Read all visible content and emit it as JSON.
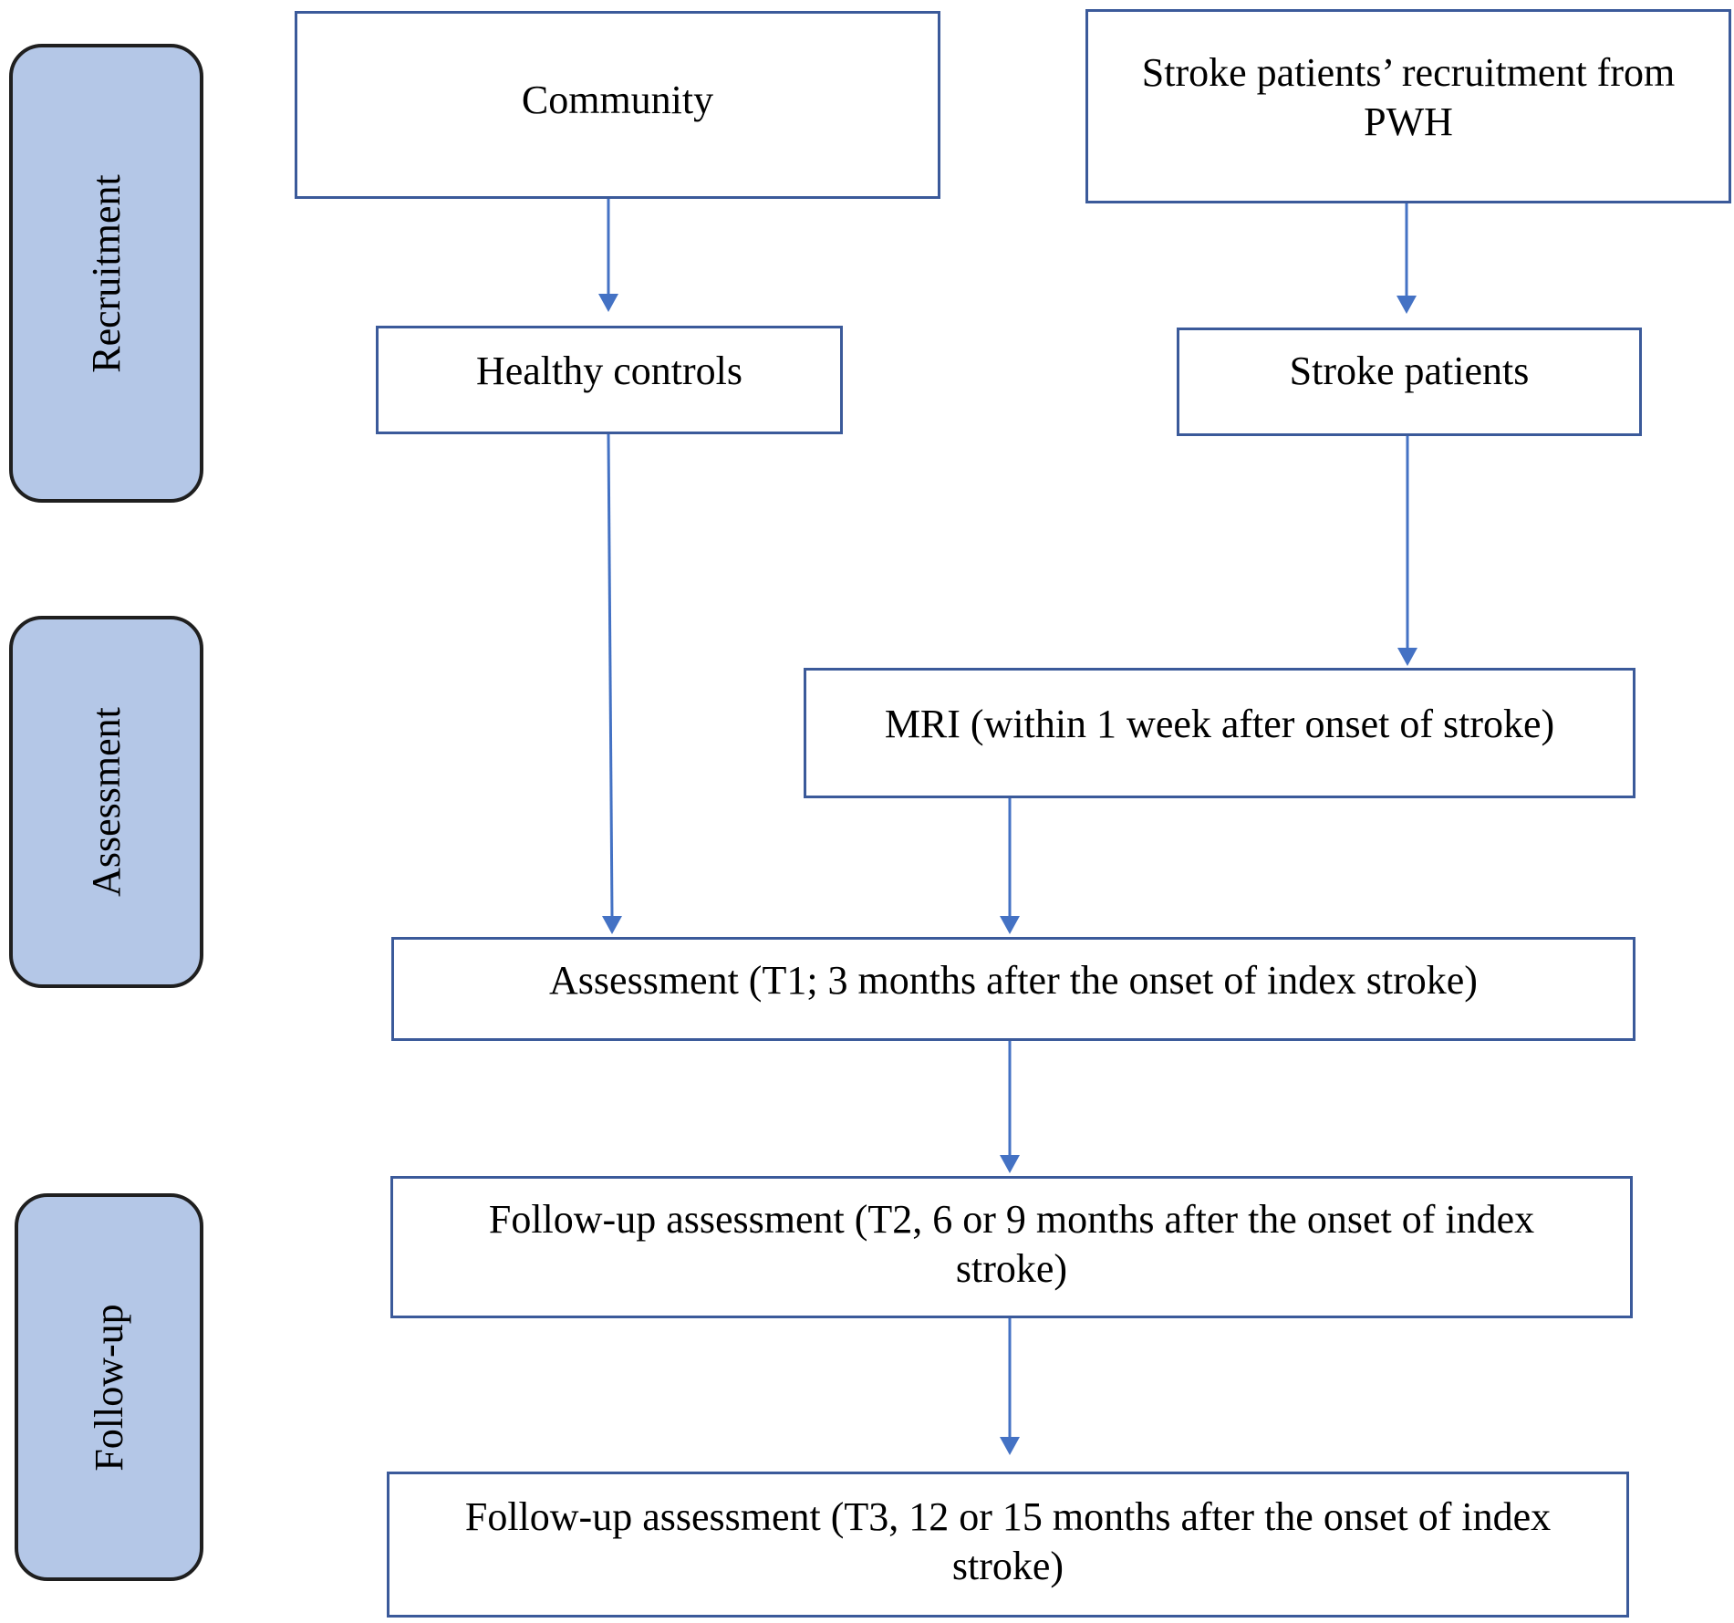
{
  "stages": {
    "recruitment": "Recruitment",
    "assessment": "Assessment",
    "followup": "Follow-up"
  },
  "boxes": {
    "community": "Community",
    "stroke_recruitment": "Stroke patients’ recruitment from PWH",
    "healthy_controls": "Healthy controls",
    "stroke_patients": "Stroke patients",
    "mri": "MRI (within 1 week after onset of stroke)",
    "assessment_t1": "Assessment (T1; 3 months after the onset of index stroke)",
    "followup_t2": "Follow-up assessment (T2, 6 or 9 months after the onset of index stroke)",
    "followup_t3": "Follow-up assessment (T3, 12 or 15 months after the onset of index stroke)"
  },
  "colors": {
    "stage_fill": "#b4c7e7",
    "stage_border": "#1f1f1f",
    "box_border": "#3b5a9a",
    "arrow": "#4472c4"
  }
}
